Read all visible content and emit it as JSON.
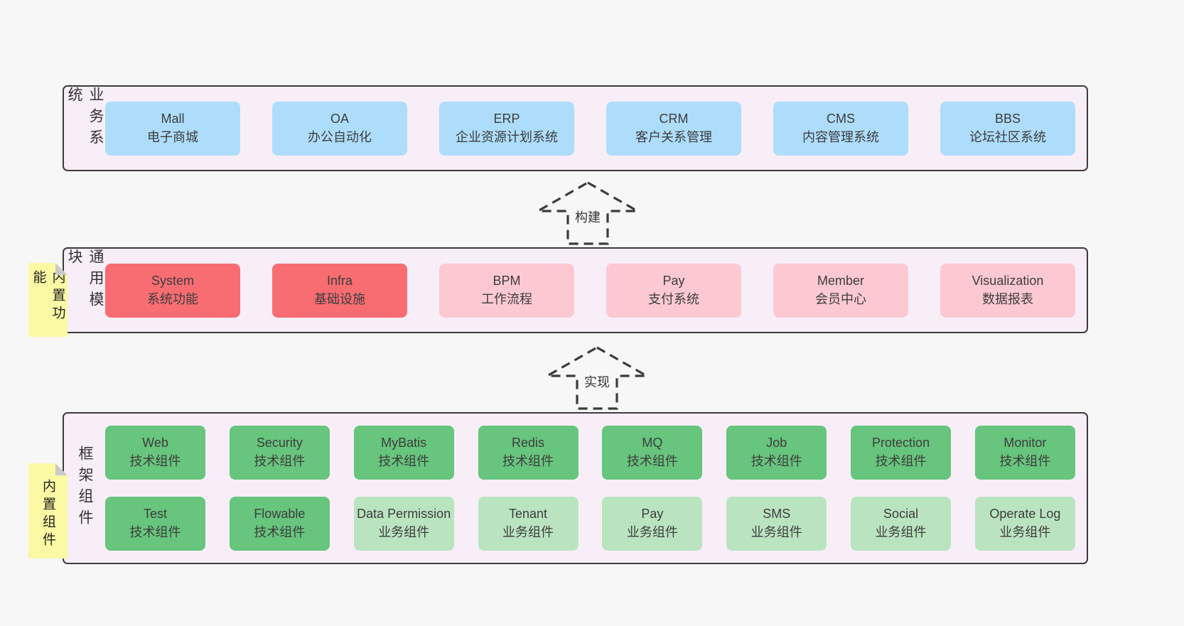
{
  "colors": {
    "page-bg": "#f7f7f7",
    "band-bg": "#f8eef7",
    "border": "#3b3b3b",
    "yellow": "#fbf9a3",
    "fold": "#c9c9c9",
    "blue": "#aeddfb",
    "red": "#f76d72",
    "pink": "#fcc9d3",
    "green_dark": "#67c57d",
    "green_light": "#bae4c0"
  },
  "arrows": [
    {
      "label": "构建"
    },
    {
      "label": "实现"
    }
  ],
  "bands": [
    {
      "label": "业务系统",
      "rows": [
        [
          {
            "title": "Mall",
            "subtitle": "电子商城",
            "color": "blue"
          },
          {
            "title": "OA",
            "subtitle": "办公自动化",
            "color": "blue"
          },
          {
            "title": "ERP",
            "subtitle": "企业资源计划系统",
            "color": "blue"
          },
          {
            "title": "CRM",
            "subtitle": "客户关系管理",
            "color": "blue"
          },
          {
            "title": "CMS",
            "subtitle": "内容管理系统",
            "color": "blue"
          },
          {
            "title": "BBS",
            "subtitle": "论坛社区系统",
            "color": "blue"
          }
        ]
      ]
    },
    {
      "label": "通用模块",
      "note": "内置功能",
      "rows": [
        [
          {
            "title": "System",
            "subtitle": "系统功能",
            "color": "red"
          },
          {
            "title": "Infra",
            "subtitle": "基础设施",
            "color": "red"
          },
          {
            "title": "BPM",
            "subtitle": "工作流程",
            "color": "pink"
          },
          {
            "title": "Pay",
            "subtitle": "支付系统",
            "color": "pink"
          },
          {
            "title": "Member",
            "subtitle": "会员中心",
            "color": "pink"
          },
          {
            "title": "Visualization",
            "subtitle": "数据报表",
            "color": "pink"
          }
        ]
      ]
    },
    {
      "label": "框架组件",
      "note": "内置组件",
      "rows": [
        [
          {
            "title": "Web",
            "subtitle": "技术组件",
            "color": "green_dark"
          },
          {
            "title": "Security",
            "subtitle": "技术组件",
            "color": "green_dark"
          },
          {
            "title": "MyBatis",
            "subtitle": "技术组件",
            "color": "green_dark"
          },
          {
            "title": "Redis",
            "subtitle": "技术组件",
            "color": "green_dark"
          },
          {
            "title": "MQ",
            "subtitle": "技术组件",
            "color": "green_dark"
          },
          {
            "title": "Job",
            "subtitle": "技术组件",
            "color": "green_dark"
          },
          {
            "title": "Protection",
            "subtitle": "技术组件",
            "color": "green_dark"
          },
          {
            "title": "Monitor",
            "subtitle": "技术组件",
            "color": "green_dark"
          }
        ],
        [
          {
            "title": "Test",
            "subtitle": "技术组件",
            "color": "green_dark"
          },
          {
            "title": "Flowable",
            "subtitle": "技术组件",
            "color": "green_dark"
          },
          {
            "title": "Data Permission",
            "subtitle": "业务组件",
            "color": "green_light"
          },
          {
            "title": "Tenant",
            "subtitle": "业务组件",
            "color": "green_light"
          },
          {
            "title": "Pay",
            "subtitle": "业务组件",
            "color": "green_light"
          },
          {
            "title": "SMS",
            "subtitle": "业务组件",
            "color": "green_light"
          },
          {
            "title": "Social",
            "subtitle": "业务组件",
            "color": "green_light"
          },
          {
            "title": "Operate Log",
            "subtitle": "业务组件",
            "color": "green_light"
          }
        ]
      ]
    }
  ]
}
